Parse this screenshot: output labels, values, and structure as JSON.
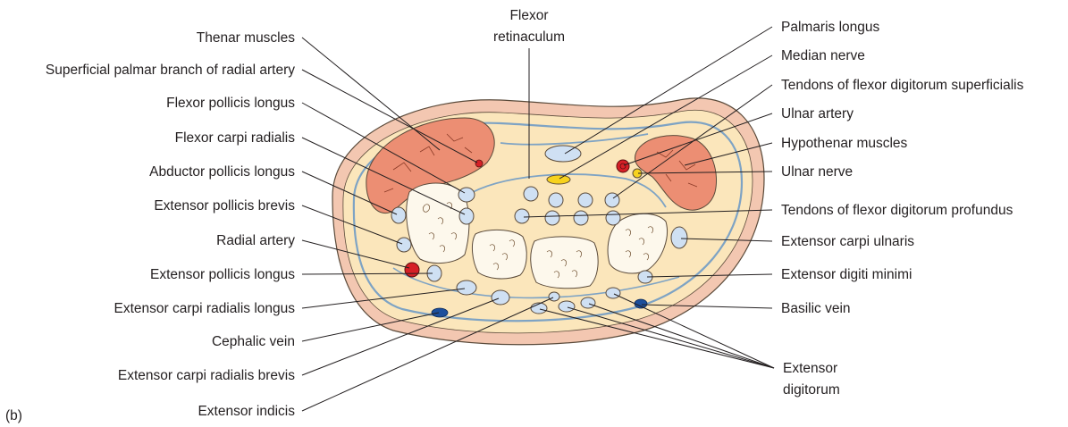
{
  "panel_label": "(b)",
  "colors": {
    "skin": "#f3c7b1",
    "tissue": "#fbe6bb",
    "membrane": "#7ea3c4",
    "tendon": "#cfe0f3",
    "muscle": "#ec8e73",
    "artery": "#d62027",
    "vein": "#1c4f9c",
    "nerve": "#f7d21d",
    "bone": "#fdf8ec",
    "outline": "#5a4a3a"
  },
  "labels": {
    "thenar_muscles": "Thenar muscles",
    "superficial_palmar_branch": "Superficial palmar branch of radial artery",
    "flexor_pollicis_longus": "Flexor pollicis longus",
    "flexor_carpi_radialis": "Flexor carpi radialis",
    "abductor_pollicis_longus": "Abductor pollicis longus",
    "extensor_pollicis_brevis": "Extensor pollicis brevis",
    "radial_artery": "Radial artery",
    "extensor_pollicis_longus": "Extensor pollicis longus",
    "extensor_carpi_radialis_longus": "Extensor carpi radialis longus",
    "cephalic_vein": "Cephalic vein",
    "extensor_carpi_radialis_brevis": "Extensor carpi radialis brevis",
    "extensor_indicis": "Extensor indicis",
    "flexor_retinaculum_line1": "Flexor",
    "flexor_retinaculum_line2": "retinaculum",
    "palmaris_longus": "Palmaris longus",
    "median_nerve": "Median nerve",
    "tendons_fds": "Tendons of flexor digitorum superficialis",
    "ulnar_artery": "Ulnar artery",
    "hypothenar_muscles": "Hypothenar muscles",
    "ulnar_nerve": "Ulnar nerve",
    "tendons_fdp": "Tendons of flexor digitorum profundus",
    "extensor_carpi_ulnaris": "Extensor carpi ulnaris",
    "extensor_digiti_minimi": "Extensor digiti minimi",
    "basilic_vein": "Basilic vein",
    "extensor_digitorum_line1": "Extensor",
    "extensor_digitorum_line2": "digitorum"
  }
}
